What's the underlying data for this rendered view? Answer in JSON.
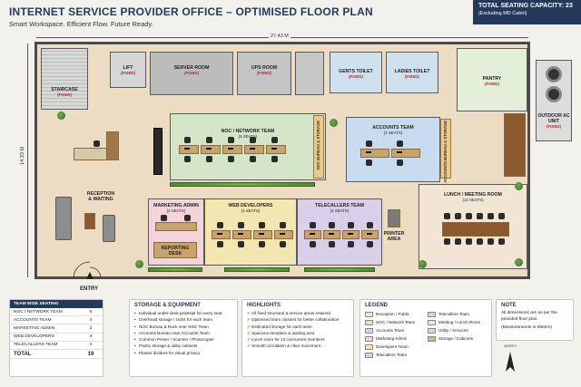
{
  "header": {
    "title": "INTERNET SERVICE PROVIDER OFFICE – OPTIMISED FLOOR PLAN",
    "subtitle": "Smart Workspace. Efficient Flow. Future Ready.",
    "capacity_title": "TOTAL SEATING CAPACITY: 23",
    "capacity_sub": "(Excluding MD Cabin)"
  },
  "dimensions": {
    "width": "27.43 M",
    "depth": "14.33 M"
  },
  "rooms": {
    "staircase": {
      "name": "STAIRCASE",
      "tag": "(FIXED)"
    },
    "lift": {
      "name": "LIFT",
      "tag": "(FIXED)"
    },
    "server_room": {
      "name": "SERVER ROOM",
      "tag": "(FIXED)"
    },
    "ups_room": {
      "name": "UPS ROOM",
      "tag": "(FIXED)"
    },
    "gents_toilet": {
      "name": "GENTS TOILET",
      "tag": "(FIXED)"
    },
    "ladies_toilet": {
      "name": "LADIES TOILET",
      "tag": "(FIXED)"
    },
    "pantry": {
      "name": "PANTRY",
      "tag": "(FIXED)"
    },
    "outdoor_ac": {
      "name": "OUTDOOR AC UNIT",
      "tag": "(FIXED)"
    },
    "noc": {
      "name": "NOC / NETWORK TEAM",
      "seats": "(5 SEATS)"
    },
    "noc_storage": "NOC BUREAU & STORAGE",
    "accounts": {
      "name": "ACCOUNTS TEAM",
      "seats": "(4 SEATS)"
    },
    "accounts_storage": "ACCOUNTS BUREAU & STORAGE",
    "reception": {
      "name": "RECEPTION",
      "sub": "& WAITING"
    },
    "marketing": {
      "name": "MARKETING ADMIN",
      "seats": "(2 SEATS)"
    },
    "reporting_desk": {
      "name": "REPORTING",
      "sub": "DESK"
    },
    "web": {
      "name": "WEB DEVELOPERS",
      "seats": "(4 SEATS)"
    },
    "telecallers": {
      "name": "TELECALLERS TEAM",
      "seats": "(4 SEATS)"
    },
    "printer": {
      "name": "PRINTER",
      "sub": "AREA"
    },
    "lunch": {
      "name": "LUNCH / MEETING ROOM",
      "seats": "(12 SEATS)"
    }
  },
  "entry_label": "ENTRY",
  "seating": {
    "heading": "TEAM WISE SEATING",
    "rows": [
      {
        "team": "NOC / NETWORK TEAM",
        "seats": "5"
      },
      {
        "team": "ACCOUNTS TEAM",
        "seats": "4"
      },
      {
        "team": "MARKETING ADMIN",
        "seats": "2"
      },
      {
        "team": "WEB DEVELOPERS",
        "seats": "4"
      },
      {
        "team": "TELECALLERS TEAM",
        "seats": "4"
      }
    ],
    "total_label": "TOTAL",
    "total_value": "19"
  },
  "storage": {
    "heading": "STORAGE & EQUIPMENT",
    "items": [
      "Individual under-desk pedestal for every seat",
      "Overhead storage / racks for each team",
      "NOC Bureau & Rack near NOC Team",
      "Accounts Bureau near Accounts Team",
      "Common Printer / Scanner / Photocopier",
      "Pantry storage & utility cabinets",
      "Planter dividers for visual privacy"
    ]
  },
  "highlights": {
    "heading": "HIGHLIGHTS",
    "items": [
      "All fixed structural & service areas retained",
      "Optimised team clusters for better collaboration",
      "Dedicated storage for each team",
      "Spacious reception & waiting area",
      "Lunch room for 12 concurrent members",
      "Smooth circulation & clear movement"
    ]
  },
  "legend": {
    "heading": "LEGEND",
    "items": [
      {
        "label": "Reception / Public",
        "color": "#efe3cf"
      },
      {
        "label": "Telecallers Team",
        "color": "#d9cfe8"
      },
      {
        "label": "NOC / Network Team",
        "color": "#d5e6c8"
      },
      {
        "label": "Meeting / Lunch Room",
        "color": "#f1e6d6"
      },
      {
        "label": "Accounts Team",
        "color": "#c9dcef"
      },
      {
        "label": "Utility / Services",
        "color": "#d6d6d6"
      },
      {
        "label": "Marketing Admin",
        "color": "#f3d3dc"
      },
      {
        "label": "Storage / Cabinets",
        "color": "#c9b79c"
      },
      {
        "label": "Developers Team",
        "color": "#f4e6b0"
      },
      {
        "label": "",
        "color": ""
      },
      {
        "label": "Telecallers Team",
        "color": "#d9cfe8"
      }
    ]
  },
  "note": {
    "heading": "NOTE",
    "line1": "All dimensions are as per the provided floor plan.",
    "line2": "(Measurements in Meters)"
  },
  "north_label": "NORTH",
  "colors": {
    "noc": "#d5e6c8",
    "accounts": "#c9dcef",
    "marketing": "#f3d3dc",
    "web": "#f4e6b0",
    "telecallers": "#d9cfe8",
    "utility": "#d6d6d6",
    "floor": "#ecdcc4",
    "navy": "#24395a"
  }
}
